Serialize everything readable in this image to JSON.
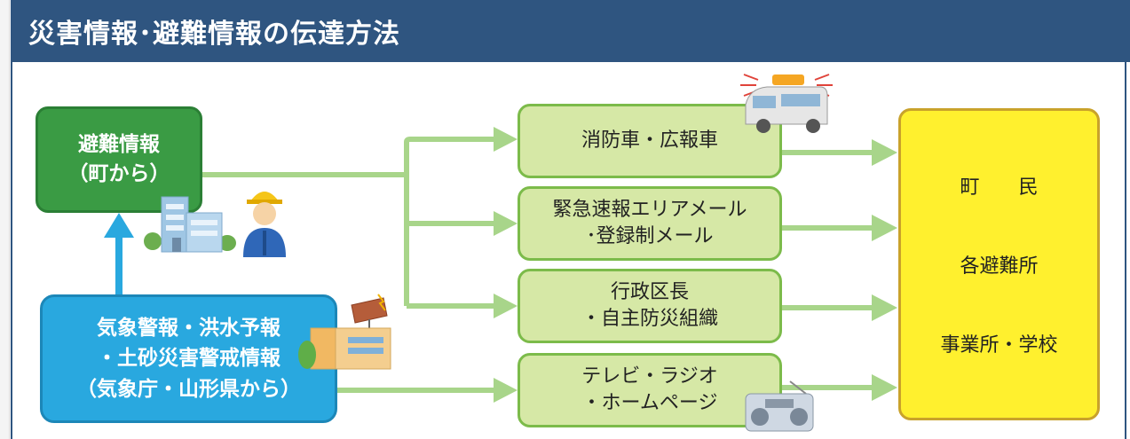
{
  "header": {
    "title": "災害情報･避難情報の伝達方法"
  },
  "sources": {
    "town": {
      "line1": "避難情報",
      "line2": "（町から）"
    },
    "weather": {
      "line1": "気象警報・洪水予報",
      "line2": "・土砂災害警戒情報",
      "line3": "（気象庁・山形県から）"
    }
  },
  "channels": [
    {
      "line1": "消防車・広報車",
      "line2": ""
    },
    {
      "line1": "緊急速報エリアメール",
      "line2": "･登録制メール"
    },
    {
      "line1": "行政区長",
      "line2": "・自主防災組織"
    },
    {
      "line1": "テレビ・ラジオ",
      "line2": "・ホームページ"
    }
  ],
  "recipients": {
    "item1": "町　　民",
    "item2": "各避難所",
    "item3": "事業所・学校"
  },
  "icons": {
    "town_office": "building-icon",
    "worker": "worker-icon",
    "weather_office": "weather-station-icon",
    "pa_car": "pa-car-icon",
    "radio": "radio-icon"
  },
  "colors": {
    "header": "#2f5580",
    "town_box": "#3a9b44",
    "weather_box": "#29a8df",
    "channel_box": "#d6e8a6",
    "recipient_box": "#fff02e",
    "arrow": "#a8d58a"
  }
}
